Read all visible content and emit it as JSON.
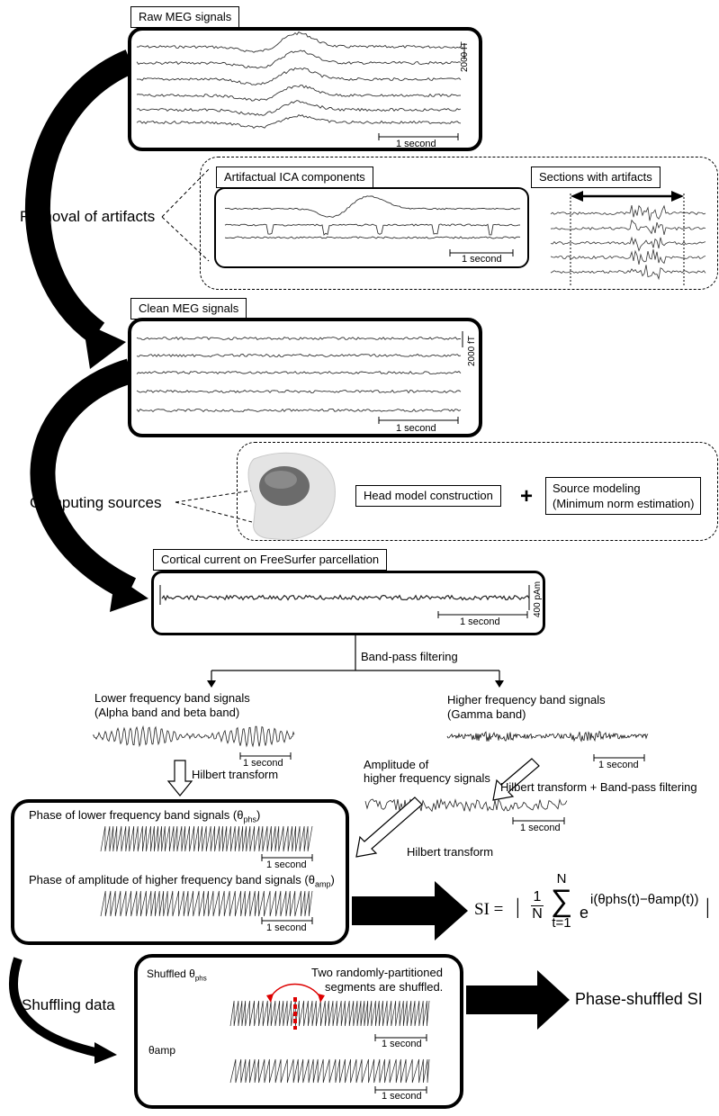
{
  "raw": {
    "title": "Raw MEG signals",
    "scale": "2000 fT",
    "time": "1 second"
  },
  "removal": {
    "side_label": "Removal of artifacts",
    "ica_title": "Artifactual ICA components",
    "ica_time": "1 second",
    "sections_title": "Sections with artifacts"
  },
  "clean": {
    "title": "Clean MEG signals",
    "scale": "2000 fT",
    "time": "1 second"
  },
  "sources": {
    "side_label": "Computing sources",
    "head_model": "Head model construction",
    "plus": "+",
    "source_modeling_1": "Source modeling",
    "source_modeling_2": "(Minimum norm estimation)"
  },
  "cortical": {
    "title": "Cortical current on FreeSurfer parcellation",
    "scale": "400 pAm",
    "time": "1 second"
  },
  "bandpass": {
    "label": "Band-pass filtering"
  },
  "lower": {
    "line1": "Lower frequency band signals",
    "line2": "(Alpha band and beta band)",
    "time": "1 second",
    "hilbert": "Hilbert transform"
  },
  "higher": {
    "line1": "Higher frequency band signals",
    "line2": "(Gamma band)",
    "time": "1 second"
  },
  "amplitude": {
    "line1": "Amplitude of",
    "line2": "higher frequency signals",
    "hilbert_bp": "Hilbert transform + Band-pass filtering",
    "time": "1 second",
    "hilbert": "Hilbert transform"
  },
  "phase": {
    "phs_title": "Phase of lower frequency band signals (θ",
    "phs_sub": "phs",
    "phs_close": ")",
    "phs_time": "1 second",
    "amp_title": "Phase of amplitude of higher frequency band signals (θ",
    "amp_sub": "amp",
    "amp_close": ")",
    "amp_time": "1 second"
  },
  "formula": {
    "lhs": "SI =",
    "one": "1",
    "N": "N",
    "sum_top": "N",
    "sum_bottom": "t=1",
    "exp": "i(θphs(t)−θamp(t))"
  },
  "shuffle": {
    "side_label": "Shuffling data",
    "shuffled_label": "Shuffled θ",
    "shuffled_sub": "phs",
    "note_line1": "Two randomly-partitioned",
    "note_line2": "segments are shuffled.",
    "theta_amp": "θamp",
    "time1": "1 second",
    "time2": "1 second",
    "result": "Phase-shuffled SI"
  }
}
